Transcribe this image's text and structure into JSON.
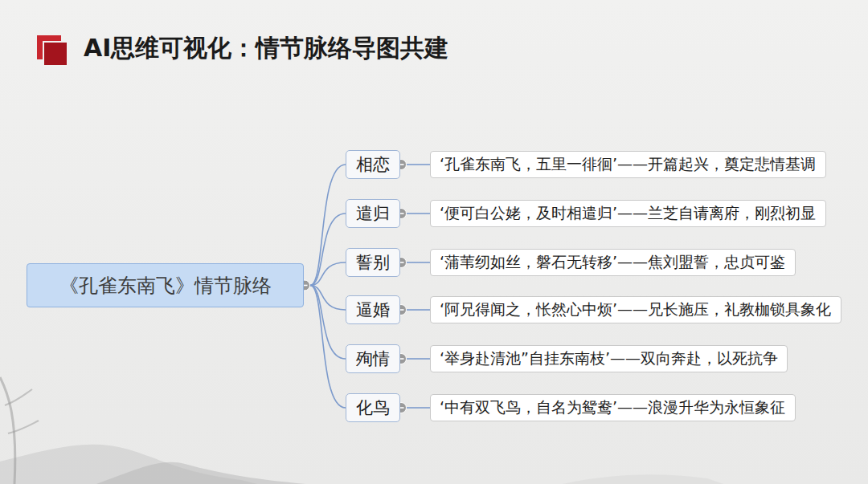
{
  "diagram": {
    "title": "AI思维可视化：情节脉络导图共建",
    "nodes": [
      {
        "text": [
          "《孔雀东南飞》情节脉络"
        ]
      },
      {
        "text": [
          "相恋"
        ]
      },
      {
        "text": [
          "‘孔雀东南飞，五里一徘徊’——开篇起兴，奠定悲情基调"
        ]
      },
      {
        "text": [
          "遣归"
        ]
      },
      {
        "text": [
          "‘便可白公姥，及时相遣归’——兰芝自请离府，刚烈初显"
        ]
      },
      {
        "text": [
          "誓别"
        ]
      },
      {
        "text": [
          "‘蒲苇纫如丝，磐石无转移’——焦刘盟誓，忠贞可鉴"
        ]
      },
      {
        "text": [
          "逼婚"
        ]
      },
      {
        "text": [
          "‘阿兄得闻之，怅然心中烦’——兄长施压，礼教枷锁具象化"
        ]
      },
      {
        "text": [
          "殉情"
        ]
      },
      {
        "text": [
          "‘举身赴清池”自挂东南枝’——双向奔赴，以死抗争"
        ]
      },
      {
        "text": [
          "化鸟"
        ]
      },
      {
        "text": [
          "‘中有双飞鸟，自名为鸳鸯’——浪漫升华为永恒象征"
        ]
      }
    ],
    "edges": [
      {
        "from": 0,
        "to": 1,
        "arrow": "none"
      },
      {
        "from": 1,
        "to": 2,
        "arrow": "none"
      },
      {
        "from": 0,
        "to": 3,
        "arrow": "none"
      },
      {
        "from": 3,
        "to": 4,
        "arrow": "none"
      },
      {
        "from": 0,
        "to": 5,
        "arrow": "none"
      },
      {
        "from": 5,
        "to": 6,
        "arrow": "none"
      },
      {
        "from": 0,
        "to": 7,
        "arrow": "none"
      },
      {
        "from": 7,
        "to": 8,
        "arrow": "none"
      },
      {
        "from": 0,
        "to": 9,
        "arrow": "none"
      },
      {
        "from": 9,
        "to": 10,
        "arrow": "none"
      },
      {
        "from": 0,
        "to": 11,
        "arrow": "none"
      },
      {
        "from": 11,
        "to": 12,
        "arrow": "none"
      }
    ]
  }
}
